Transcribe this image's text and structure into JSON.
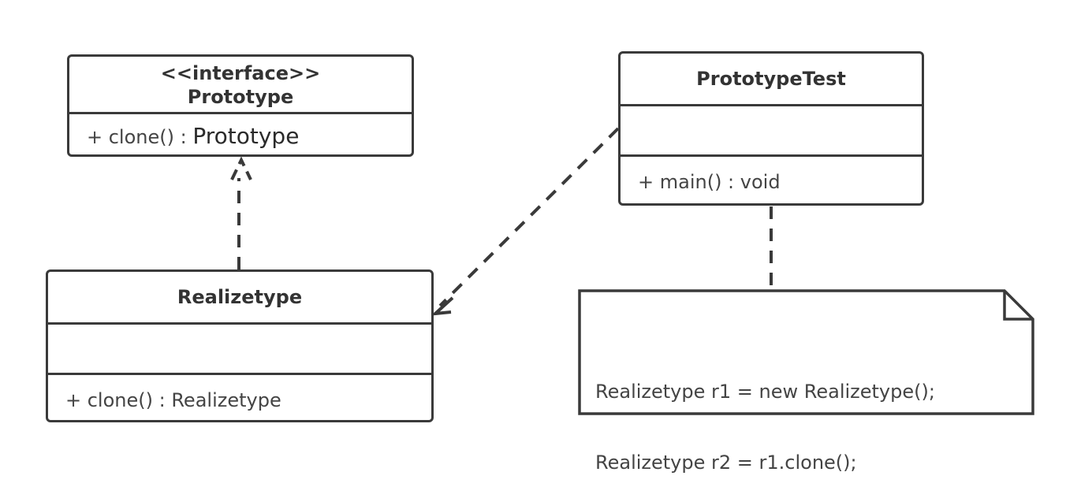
{
  "classes": {
    "prototype": {
      "stereotype": "<<interface>>",
      "name": "Prototype",
      "method_signature": "+ clone() : ",
      "method_return": "Prototype"
    },
    "prototype_test": {
      "name": "PrototypeTest",
      "method": "+ main() : void"
    },
    "realizetype": {
      "name": "Realizetype",
      "method": "+ clone() : Realizetype"
    }
  },
  "note": {
    "lines": [
      "Realizetype r1 = new Realizetype();",
      "Realizetype r2 = r1.clone();"
    ]
  },
  "colors": {
    "border": "#3a3a3a",
    "text": "#444444",
    "background": "#ffffff"
  }
}
